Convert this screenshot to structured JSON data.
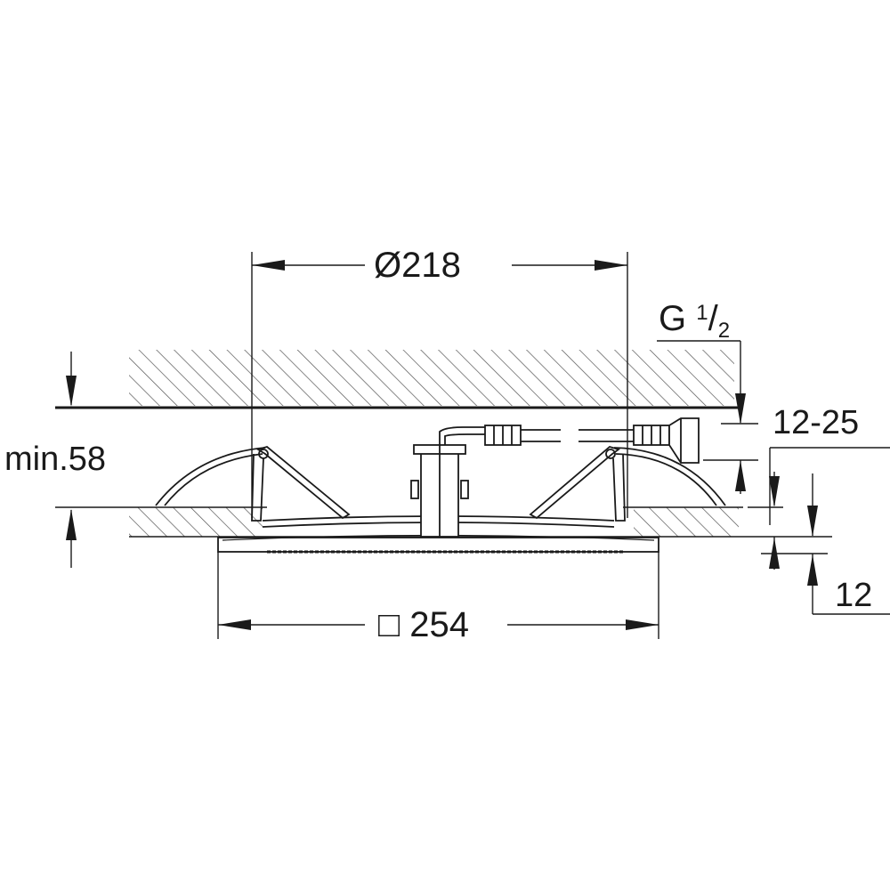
{
  "dimensions": {
    "mount_diameter": {
      "symbol": "Ø",
      "value": "218"
    },
    "plate_size": {
      "symbol": "□",
      "value": "254"
    },
    "thread": {
      "prefix": "G",
      "numerator": "1",
      "slash": "/",
      "denominator": "2"
    },
    "ceiling_thickness": "12-25",
    "min_cavity": "min.58",
    "plate_thickness": "12"
  },
  "colors": {
    "line": "#1a1a1a",
    "hatch": "#555555",
    "background": "#ffffff"
  }
}
